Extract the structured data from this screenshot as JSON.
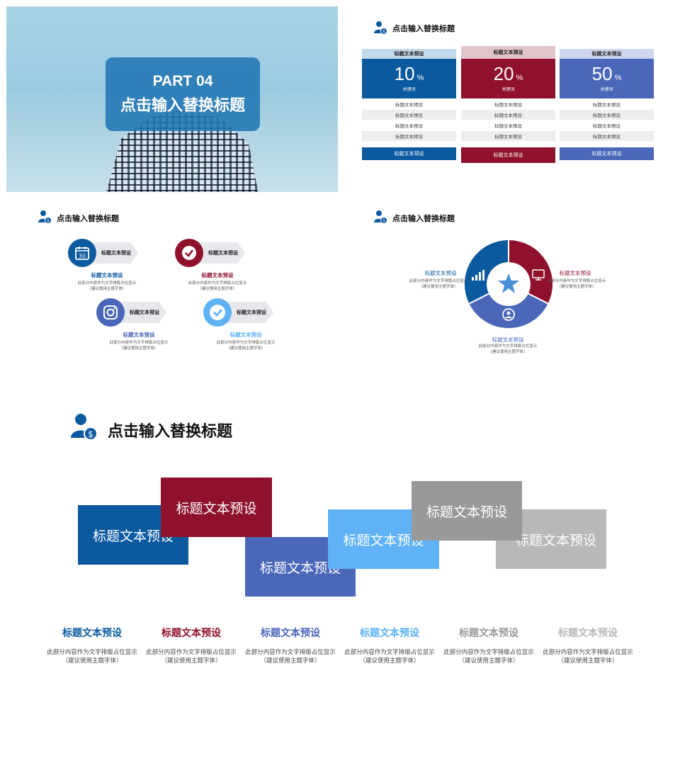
{
  "slide1": {
    "part": "PART 04",
    "title": "点击输入替换标题"
  },
  "header_title": "点击输入替换标题",
  "slide2": {
    "columns": [
      {
        "top": "标题文本预设",
        "value": "10",
        "unit": "%",
        "keyword": "关键词",
        "rows": [
          "标题文本预设",
          "标题文本预设",
          "标题文本预设",
          "标题文本预设"
        ],
        "bottom": "标题文本预设",
        "color": "#0b5aa0",
        "top_bg": "#c3d9ec"
      },
      {
        "top": "标题文本预设",
        "value": "20",
        "unit": "%",
        "keyword": "关键词",
        "rows": [
          "标题文本预设",
          "标题文本预设",
          "标题文本预设",
          "标题文本预设"
        ],
        "bottom": "标题文本预设",
        "color": "#8f112c",
        "top_bg": "#e2c4cb"
      },
      {
        "top": "标题文本预设",
        "value": "50",
        "unit": "%",
        "keyword": "关键词",
        "rows": [
          "标题文本预设",
          "标题文本预设",
          "标题文本预设",
          "标题文本预设"
        ],
        "bottom": "标题文本预设",
        "color": "#4a67b9",
        "top_bg": "#cfd7ef"
      }
    ]
  },
  "slide3": {
    "items": [
      {
        "icon": "calendar-icon",
        "icon_text": "30",
        "arrow": "标题文本预设",
        "sub": "标题文本预设",
        "desc1": "此部分内容作为文字排版占位显示",
        "desc2": "（建议使用主题字体）",
        "color": "#0b5aa0"
      },
      {
        "icon": "check-circle-icon",
        "arrow": "标题文本预设",
        "sub": "标题文本预设",
        "desc1": "此部分内容作为文字排版占位显示",
        "desc2": "（建议使用主题字体）",
        "color": "#8f112c"
      },
      {
        "icon": "instagram-icon",
        "arrow": "标题文本预设",
        "sub": "标题文本预设",
        "desc1": "此部分内容作为文字排版占位显示",
        "desc2": "（建议使用主题字体）",
        "color": "#4a67b9"
      },
      {
        "icon": "check-badge-icon",
        "arrow": "标题文本预设",
        "sub": "标题文本预设",
        "desc1": "此部分内容作为文字排版占位显示",
        "desc2": "（建议使用主题字体）",
        "color": "#5fb2f5"
      }
    ]
  },
  "slide4": {
    "left": {
      "label": "标题文本预设",
      "desc1": "此部分内容作为文字排版占位显示",
      "desc2": "（建议使用主题字体）",
      "color": "#0b5aa0"
    },
    "right": {
      "label": "标题文本预设",
      "desc1": "此部分内容作为文字排版占位显示",
      "desc2": "（建议使用主题字体）",
      "color": "#8f112c"
    },
    "bottom": {
      "label": "标题文本预设",
      "desc1": "此部分内容作为文字排版占位显示",
      "desc2": "（建议使用主题字体）",
      "color": "#4a67b9"
    },
    "center_icon": "star-icon",
    "segment_icons": [
      "bar-chart-icon",
      "monitor-icon",
      "refresh-user-icon"
    ]
  },
  "slide5": {
    "boxes": [
      {
        "label": "标题文本预设",
        "color": "#0b5aa0"
      },
      {
        "label": "标题文本预设",
        "color": "#8f112c"
      },
      {
        "label": "标题文本预设",
        "color": "#4a67b9"
      },
      {
        "label": "标题文本预设",
        "color": "#5fb2f5"
      },
      {
        "label": "标题文本预设",
        "color": "#999999"
      },
      {
        "label": "标题文本预设",
        "color": "#b8b8b8"
      }
    ],
    "items": [
      {
        "sub": "标题文本预设",
        "desc1": "此部分内容作为文字排版占位显示",
        "desc2": "（建议使用主题字体）",
        "color": "#0b5aa0"
      },
      {
        "sub": "标题文本预设",
        "desc1": "此部分内容作为文字排版占位显示",
        "desc2": "（建议使用主题字体）",
        "color": "#8f112c"
      },
      {
        "sub": "标题文本预设",
        "desc1": "此部分内容作为文字排版占位显示",
        "desc2": "（建议使用主题字体）",
        "color": "#4a67b9"
      },
      {
        "sub": "标题文本预设",
        "desc1": "此部分内容作为文字排版占位显示",
        "desc2": "（建议使用主题字体）",
        "color": "#5fb2f5"
      },
      {
        "sub": "标题文本预设",
        "desc1": "此部分内容作为文字排版占位显示",
        "desc2": "（建议使用主题字体）",
        "color": "#999999"
      },
      {
        "sub": "标题文本预设",
        "desc1": "此部分内容作为文字排版占位显示",
        "desc2": "（建议使用主题字体）",
        "color": "#b8b8b8"
      }
    ]
  }
}
